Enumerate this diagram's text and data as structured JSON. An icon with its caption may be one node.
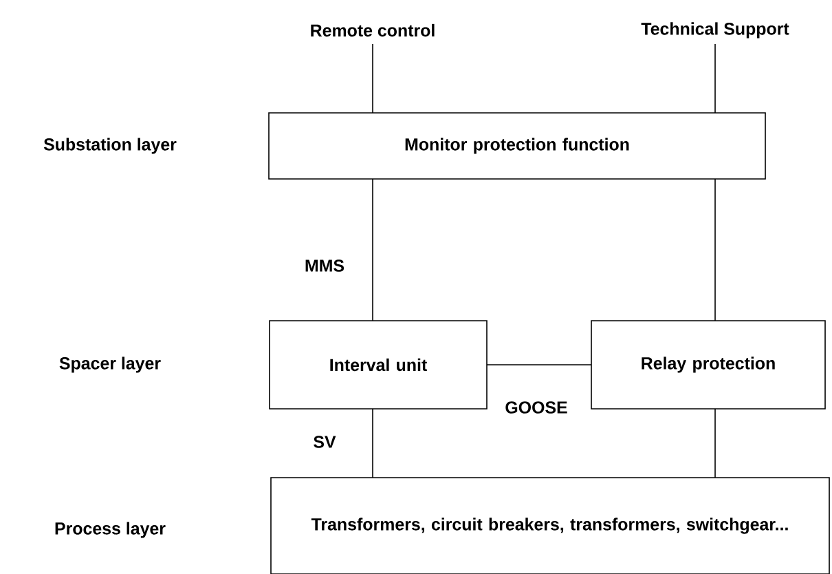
{
  "diagram": {
    "nodes": [
      {
        "text": [
          "Remote control"
        ]
      },
      {
        "text": [
          "Technical Support"
        ]
      },
      {
        "text": [
          "Monitor protection function"
        ]
      },
      {
        "text": [
          "Interval unit"
        ]
      },
      {
        "text": [
          "Relay protection"
        ]
      },
      {
        "text": [
          "Transformers, circuit breakers, transformers, switchgear..."
        ]
      }
    ],
    "edges": [
      {
        "from": 0,
        "to": 2,
        "arrow": "none"
      },
      {
        "from": 1,
        "to": 2,
        "arrow": "none"
      },
      {
        "from": 2,
        "to": 3,
        "arrow": "none",
        "label": "MMS"
      },
      {
        "from": 2,
        "to": 4,
        "arrow": "none"
      },
      {
        "from": 3,
        "to": 4,
        "arrow": "none",
        "label": "GOOSE"
      },
      {
        "from": 3,
        "to": 5,
        "arrow": "none",
        "label": "SV"
      },
      {
        "from": 4,
        "to": 5,
        "arrow": "none"
      }
    ],
    "labels": [
      "Substation layer",
      "Spacer layer",
      "Process layer"
    ]
  }
}
